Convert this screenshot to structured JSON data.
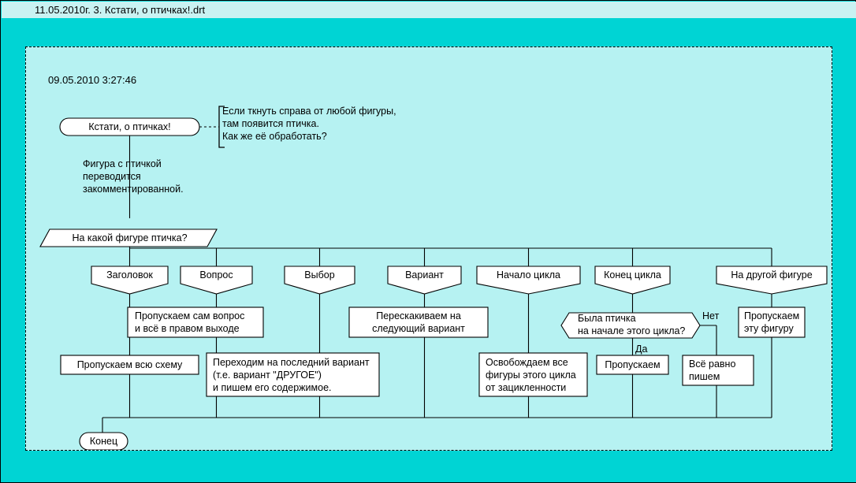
{
  "window": {
    "title": "11.05.2010г.  3. Кстати, о птичках!.drt"
  },
  "colors": {
    "outer_frame": "#00d4d4",
    "canvas_background": "#b6f2f2",
    "titlebar_background": "#c9f2f2",
    "shape_fill": "#ffffff",
    "stroke": "#000000"
  },
  "diagram": {
    "timestamp": "09.05.2010 3:27:46",
    "start_node": "Кстати, о птичках!",
    "comment": {
      "line1": "Если ткнуть справа от любой фигуры,",
      "line2": "там появится птичка.",
      "line3": "Как же её обработать?"
    },
    "note_under_start": {
      "line1": "Фигура с птичкой",
      "line2": "переводится",
      "line3": "закомментированной."
    },
    "question_node": "На какой фигуре птичка?",
    "branches": [
      {
        "label": "Заголовок"
      },
      {
        "label": "Вопрос"
      },
      {
        "label": "Выбор"
      },
      {
        "label": "Вариант"
      },
      {
        "label": "Начало цикла"
      },
      {
        "label": "Конец цикла"
      },
      {
        "label": "На другой фигуре"
      }
    ],
    "actions": {
      "skip_question": {
        "line1": "Пропускаем сам вопрос",
        "line2": "и всё в правом выходе"
      },
      "jump_next_variant": {
        "line1": "Перескакиваем на",
        "line2": "следующий вариант"
      },
      "skip_this_figure": {
        "line1": "Пропускаем",
        "line2": "эту фигуру"
      },
      "skip_whole_scheme": {
        "line1": "Пропускаем всю схему"
      },
      "goto_last_variant": {
        "line1": "Переходим на последний вариант",
        "line2": "(т.е. вариант \"ДРУГОЕ\")",
        "line3": "и пишем его содержимое."
      },
      "free_loop_figures": {
        "line1": "Освобождаем все",
        "line2": "фигуры этого цикла",
        "line3": "от зацикленности"
      },
      "skip": {
        "line1": "Пропускаем"
      },
      "write_anyway": {
        "line1": "Всё равно",
        "line2": "пишем"
      }
    },
    "loop_decision": {
      "line1": "Была птичка",
      "line2": "на начале этого цикла?",
      "yes_label": "Да",
      "no_label": "Нет"
    },
    "end_node": "Конец"
  }
}
